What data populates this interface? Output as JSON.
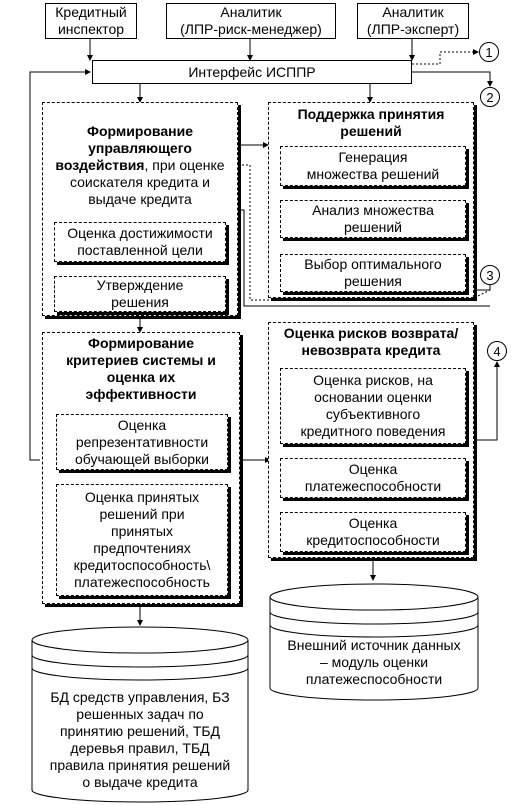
{
  "actors": {
    "inspector": "Кредитный\nинспектор",
    "analyst_risk": "Аналитик\n(ЛПР-риск-менеджер)",
    "analyst_expert": "Аналитик\n(ЛПР-эксперт)"
  },
  "interface": "Интерфейс ИСППР",
  "markers": [
    "1",
    "2",
    "3",
    "4"
  ],
  "panel_control": {
    "title_bold": "Формирование управляющего воздействия",
    "title_rest": ", при оценке соискателя кредита и выдаче кредита",
    "items": [
      "Оценка достижимости\nпоставленной цели",
      "Утверждение\nрешения"
    ]
  },
  "panel_support": {
    "title": "Поддержка принятия\nрешений",
    "items": [
      "Генерация\nмножества решений",
      "Анализ множества\nрешений",
      "Выбор оптимального\nрешения"
    ]
  },
  "panel_criteria": {
    "title": "Формирование\nкритериев системы и\nоценка их\nэффективности",
    "items": [
      "Оценка\nрепрезентативности\nобучающей выборки",
      "Оценка принятых\nрешений при\nпринятых\nпредпочтениях\nкредитоспособность\\\nплатежеспособность"
    ]
  },
  "panel_risk": {
    "title": "Оценка рисков возврата/\nневозврата кредита",
    "items": [
      "Оценка рисков, на\nосновании оценки\nсубъективного\nкредитного поведения",
      "Оценка\nплатежеспособности",
      "Оценка\nкредитоспособности"
    ]
  },
  "db_left": "БД средств управления, БЗ\nрешенных задач по\nпринятию решений, ТБД\nдеревья правил, ТБД\nправила принятия решений\nо выдаче кредита",
  "db_right": "Внешний источник данных\n– модуль оценки\nплатежеспособности"
}
